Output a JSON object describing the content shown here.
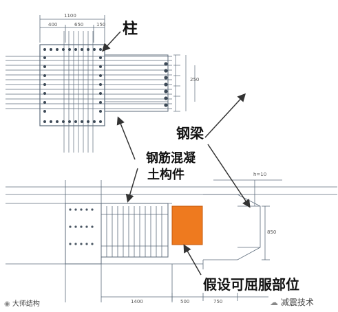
{
  "labels": {
    "column": "柱",
    "steel_beam": "钢梁",
    "rc_member_line1": "钢筋混凝",
    "rc_member_line2": "土构件",
    "yield_zone": "假设可屈服部位"
  },
  "dimensions": {
    "top_total": "1100",
    "top_left": "400",
    "top_mid": "650",
    "top_right": "150",
    "right_vertical": "250",
    "bottom_left": "1400",
    "bottom_mid": "500",
    "bottom_right": "750",
    "right_note": "h=10",
    "lower_height": "850"
  },
  "watermarks": {
    "left_text": "大师结构",
    "right_text": "减震技术"
  },
  "colors": {
    "drawing_line": "#5b6a7a",
    "yield_fill": "#ee7a1f",
    "arrow": "#333333"
  }
}
